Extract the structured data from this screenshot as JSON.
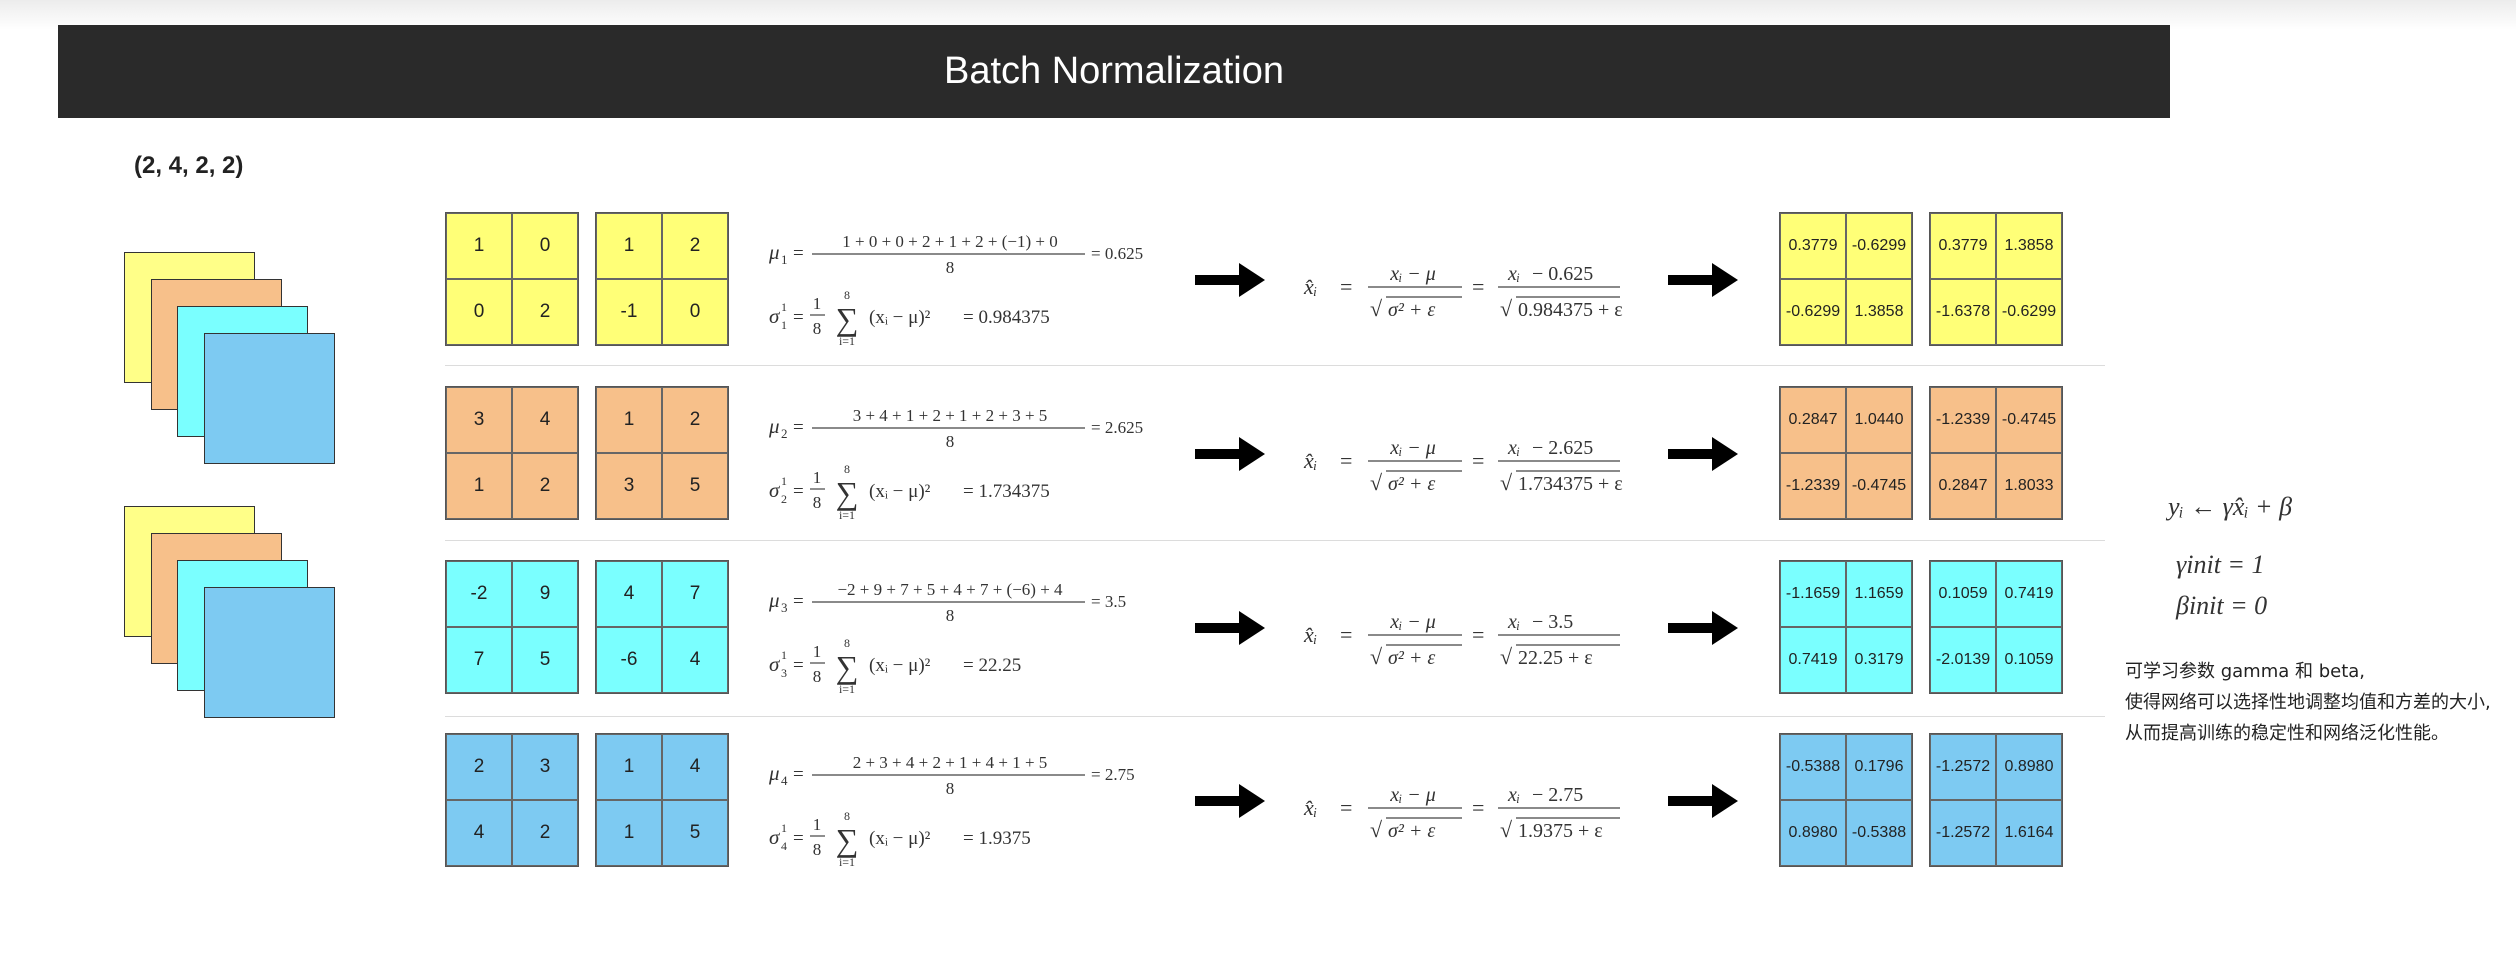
{
  "title": "Batch Normalization",
  "shape_label": "(2, 4, 2, 2)",
  "colors": {
    "channel": [
      "#ffff77",
      "#f7c08a",
      "#7affff",
      "#7dcaf2"
    ]
  },
  "channels": [
    {
      "input_a": [
        "1",
        "0",
        "0",
        "2"
      ],
      "input_b": [
        "1",
        "2",
        "-1",
        "0"
      ],
      "mean": {
        "sub": "1",
        "numerator": "1 + 0 + 0 + 2 + 1 + 2 + (−1) + 0",
        "denominator": "8",
        "result": "= 0.625"
      },
      "variance": {
        "sub": "1",
        "result": "= 0.984375"
      },
      "norm": {
        "mu": "− 0.625",
        "sigma2": "0.984375 + ε"
      },
      "output_a": [
        "0.3779",
        "-0.6299",
        "-0.6299",
        "1.3858"
      ],
      "output_b": [
        "0.3779",
        "1.3858",
        "-1.6378",
        "-0.6299"
      ]
    },
    {
      "input_a": [
        "3",
        "4",
        "1",
        "2"
      ],
      "input_b": [
        "1",
        "2",
        "3",
        "5"
      ],
      "mean": {
        "sub": "2",
        "numerator": "3 + 4 + 1 + 2 + 1 + 2 + 3 + 5",
        "denominator": "8",
        "result": "= 2.625"
      },
      "variance": {
        "sub": "2",
        "result": "= 1.734375"
      },
      "norm": {
        "mu": "− 2.625",
        "sigma2": "1.734375 + ε"
      },
      "output_a": [
        "0.2847",
        "1.0440",
        "-1.2339",
        "-0.4745"
      ],
      "output_b": [
        "-1.2339",
        "-0.4745",
        "0.2847",
        "1.8033"
      ]
    },
    {
      "input_a": [
        "-2",
        "9",
        "7",
        "5"
      ],
      "input_b": [
        "4",
        "7",
        "-6",
        "4"
      ],
      "mean": {
        "sub": "3",
        "numerator": "−2 + 9 + 7 + 5 + 4 + 7 + (−6) + 4",
        "denominator": "8",
        "result": "= 3.5"
      },
      "variance": {
        "sub": "3",
        "result": "= 22.25"
      },
      "norm": {
        "mu": "− 3.5",
        "sigma2": "22.25 + ε"
      },
      "output_a": [
        "-1.1659",
        "1.1659",
        "0.7419",
        "0.3179"
      ],
      "output_b": [
        "0.1059",
        "0.7419",
        "-2.0139",
        "0.1059"
      ]
    },
    {
      "input_a": [
        "2",
        "3",
        "4",
        "2"
      ],
      "input_b": [
        "1",
        "4",
        "1",
        "5"
      ],
      "mean": {
        "sub": "4",
        "numerator": "2 + 3 + 4 + 2 + 1 + 4 + 1 + 5",
        "denominator": "8",
        "result": "= 2.75"
      },
      "variance": {
        "sub": "4",
        "result": "= 1.9375"
      },
      "norm": {
        "mu": "− 2.75",
        "sigma2": "1.9375 + ε"
      },
      "output_a": [
        "-0.5388",
        "0.1796",
        "0.8980",
        "-0.5388"
      ],
      "output_b": [
        "-1.2572",
        "0.8980",
        "-1.2572",
        "1.6164"
      ]
    }
  ],
  "formulas": {
    "mu_symbol": "μ",
    "sigma_symbol": "σ",
    "var_frac_num": "1",
    "var_frac_den": "8",
    "sum_top": "8",
    "sum_bottom": "i=1",
    "sum_sign": "∑",
    "var_term": "(xᵢ − μ)²",
    "xhat": "x̂ᵢ",
    "eq": "=",
    "xi_minus_mu": "xᵢ − μ",
    "sqrt_sigma_eps": "σ² + ε",
    "xi": "xᵢ",
    "sqrt_sign": "√"
  },
  "affine": {
    "line1": "yᵢ ← γx̂ᵢ + β",
    "gamma": "γinit = 1",
    "beta": "βinit = 0"
  },
  "notes": [
    "可学习参数 gamma 和 beta,",
    "使得网络可以选择性地调整均值和方差的大小,",
    "从而提高训练的稳定性和网络泛化性能。"
  ]
}
